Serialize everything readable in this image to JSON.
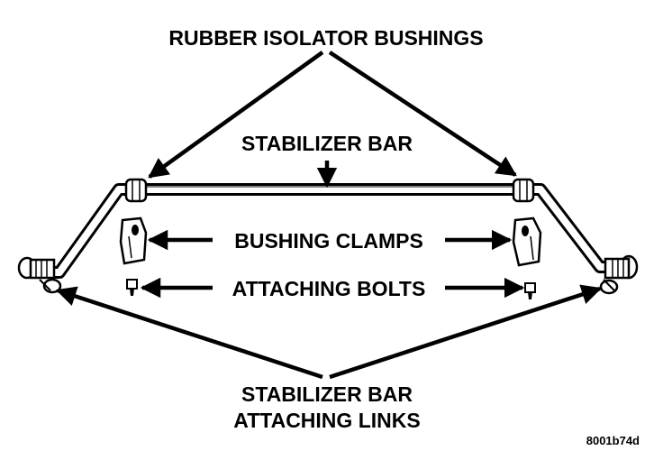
{
  "labels": {
    "rubber_isolator_bushings": "RUBBER ISOLATOR BUSHINGS",
    "stabilizer_bar": "STABILIZER BAR",
    "bushing_clamps": "BUSHING CLAMPS",
    "attaching_bolts": "ATTACHING BOLTS",
    "attaching_links_line1": "STABILIZER BAR",
    "attaching_links_line2": "ATTACHING LINKS"
  },
  "figure_id": "8001b74d",
  "colors": {
    "ink": "#000000",
    "paper": "#ffffff"
  }
}
